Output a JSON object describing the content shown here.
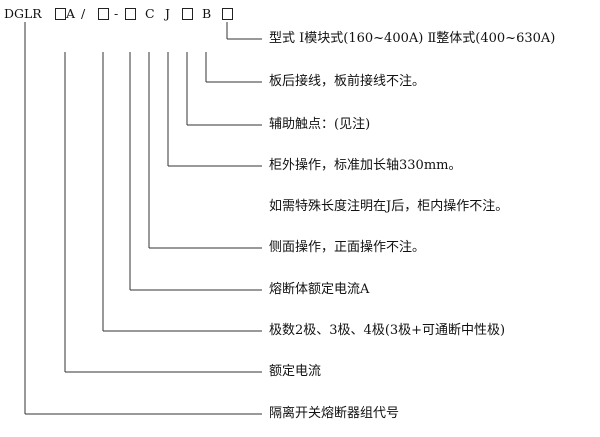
{
  "code": {
    "prefix": "DGLR",
    "a": "A",
    "slash": "/",
    "dash": "-",
    "c": "C",
    "j": "J",
    "b": "B"
  },
  "notes": {
    "model": "型式  Ⅰ模块式(160~400A)  Ⅱ整体式(400~630A)",
    "board": "板后接线，板前接线不注。",
    "aux": "辅助触点：(见注)",
    "cabinet_ext": "柜外操作，标准加长轴330mm。",
    "special_length": "如需特殊长度注明在J后，柜内操作不注。",
    "side": "侧面操作，正面操作不注。",
    "fuse_current": "熔断体额定电流A",
    "poles": "极数2极、3极、4极(3极+可通断中性极)",
    "rated_current": "额定电流",
    "group_code": "隔离开关熔断器组代号"
  }
}
